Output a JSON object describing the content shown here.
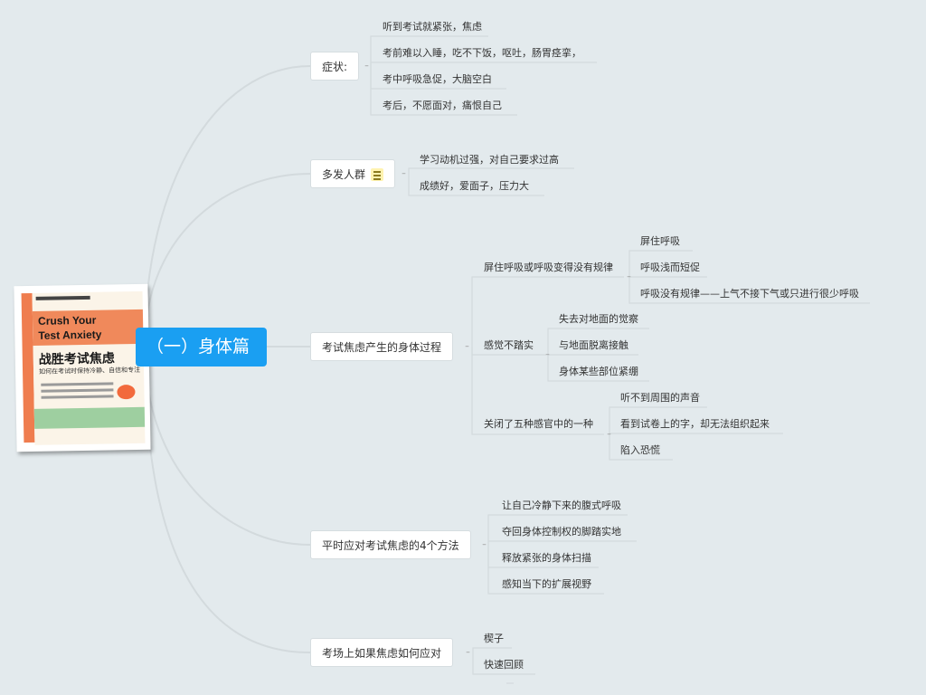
{
  "root": {
    "label": "（一）身体篇"
  },
  "book": {
    "title_en_1": "Crush Your",
    "title_en_2": "Test Anxiety",
    "title_cn": "战胜考试焦虑",
    "subtitle": "如何在考试时保持冷静、自信和专注"
  },
  "branches": [
    {
      "label": "症状:",
      "children": [
        "听到考试就紧张，焦虑",
        "考前难以入睡，吃不下饭，呕吐，肠胃痉挛，",
        "考中呼吸急促，大脑空白",
        "考后，不愿面对，痛恨自己"
      ]
    },
    {
      "label": "多发人群",
      "icon": "menu-icon",
      "children": [
        "学习动机过强，对自己要求过高",
        "成绩好，爱面子，压力大"
      ]
    },
    {
      "label": "考试焦虑产生的身体过程",
      "groups": [
        {
          "label": "屏住呼吸或呼吸变得没有规律",
          "children": [
            "屏住呼吸",
            "呼吸浅而短促",
            "呼吸没有规律——上气不接下气或只进行很少呼吸"
          ]
        },
        {
          "label": "感觉不踏实",
          "children": [
            "失去对地面的觉察",
            "与地面脱离接触",
            "身体某些部位紧绷"
          ]
        },
        {
          "label": "关闭了五种感官中的一种",
          "children": [
            "听不到周围的声音",
            "看到试卷上的字，却无法组织起来",
            "陷入恐慌"
          ]
        }
      ]
    },
    {
      "label": "平时应对考试焦虑的4个方法",
      "children": [
        "让自己冷静下来的腹式呼吸",
        "夺回身体控制权的脚踏实地",
        "释放紧张的身体扫描",
        "感知当下的扩展视野"
      ]
    },
    {
      "label": "考场上如果焦虑如何应对",
      "children": [
        "楔子",
        "快速回顾"
      ]
    }
  ],
  "collapse_symbol": "–"
}
